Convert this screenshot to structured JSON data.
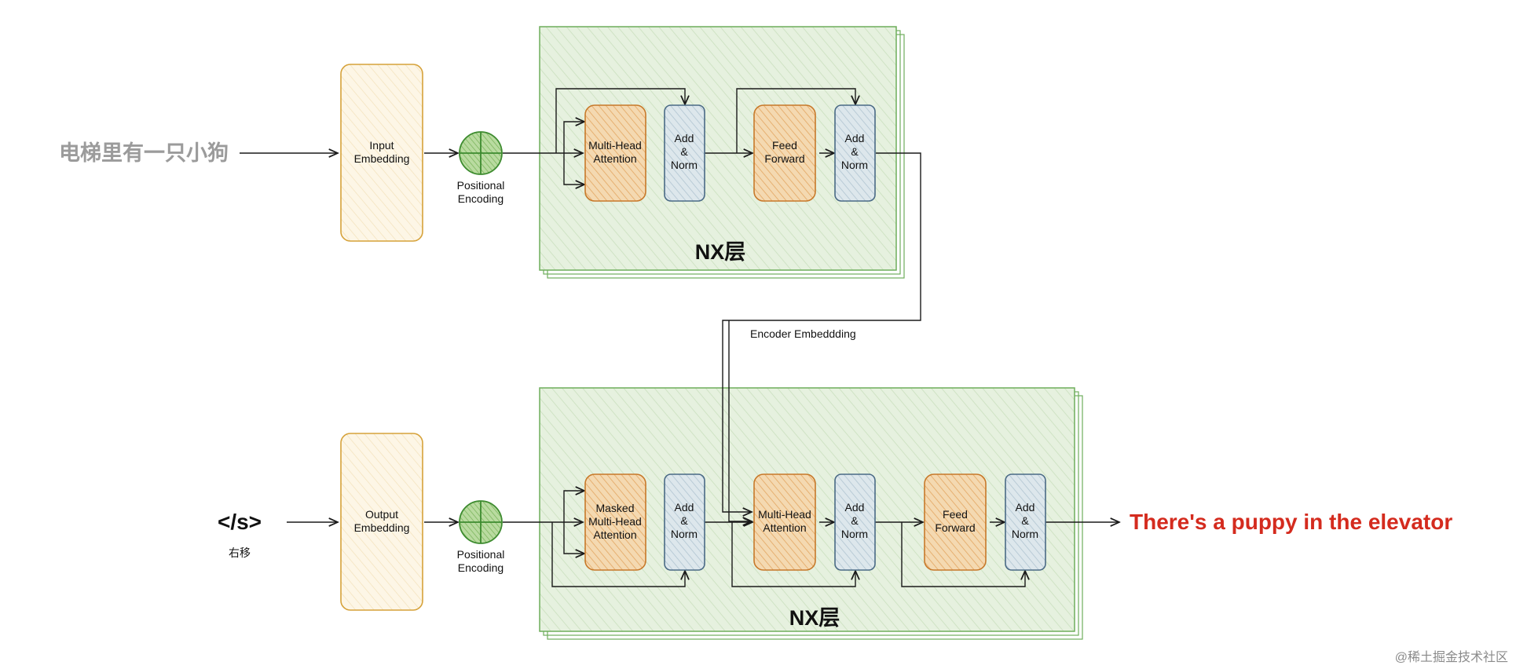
{
  "encoder": {
    "source_text": "电梯里有一只小狗",
    "input_embedding": [
      "Input",
      "Embedding"
    ],
    "positional_encoding": [
      "Positional",
      "Encoding"
    ],
    "attention": [
      "Multi-Head",
      "Attention"
    ],
    "add_norm": [
      "Add",
      "&",
      "Norm"
    ],
    "feed_forward": [
      "Feed",
      "Forward"
    ],
    "layers_label": "NX层"
  },
  "bridge": {
    "label": "Encoder Embeddding"
  },
  "decoder": {
    "start_token": "</s>",
    "shift_label": "右移",
    "output_embedding": [
      "Output",
      "Embedding"
    ],
    "positional_encoding": [
      "Positional",
      "Encoding"
    ],
    "masked_attention": [
      "Masked",
      "Multi-Head",
      "Attention"
    ],
    "cross_attention": [
      "Multi-Head",
      "Attention"
    ],
    "add_norm": [
      "Add",
      "&",
      "Norm"
    ],
    "feed_forward": [
      "Feed",
      "Forward"
    ],
    "layers_label": "NX层",
    "output_text": "There's a puppy in the elevator"
  },
  "watermark": "@稀土掘金技术社区",
  "colors": {
    "stack_stroke": "#6fae5c",
    "stack_fill": "#e6f1df",
    "embed_stroke": "#d6a23a",
    "embed_fill": "#fdf6e6",
    "attn_stroke": "#c7792a",
    "attn_fill": "#f0cfa0",
    "norm_stroke": "#4a6a85",
    "norm_fill": "#d3dfe6",
    "pe_stroke": "#3d8b2f",
    "pe_fill": "#a8d08a",
    "source_text": "#9b9b9b",
    "target_text": "#d42b1e"
  }
}
